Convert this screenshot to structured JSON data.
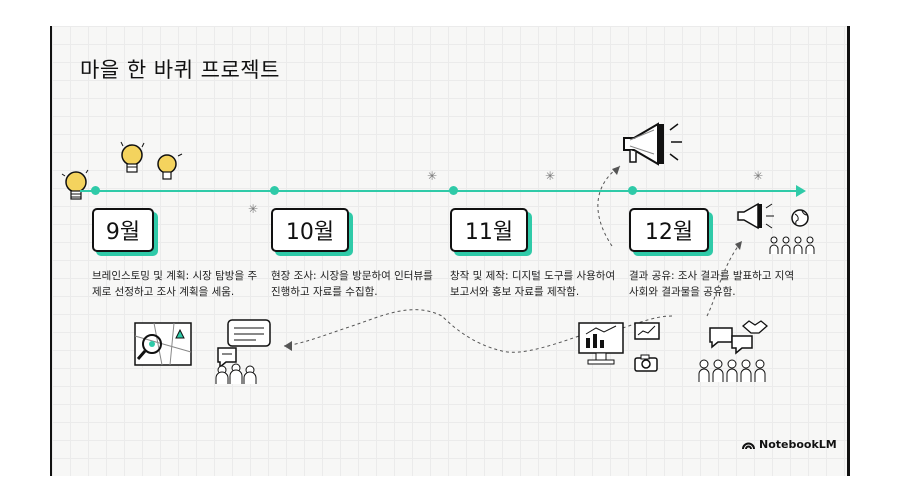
{
  "slide": {
    "title": "마을 한 바퀴 프로젝트",
    "brand": "NotebookLM",
    "accent_color": "#2fcaa8",
    "milestones": [
      {
        "month": "9월",
        "text": "브레인스토밍 및 계획: 시장 탐방을 주제로 선정하고 조사 계획을 세움."
      },
      {
        "month": "10월",
        "text": "현장 조사: 시장을 방문하여 인터뷰를 진행하고 자료를 수집함."
      },
      {
        "month": "11월",
        "text": "창작 및 제작: 디지털 도구를 사용하여 보고서와 홍보 자료를 제작함."
      },
      {
        "month": "12월",
        "text": "결과 공유: 조사 결과를 발표하고 지역사회와 결과물을 공유함."
      }
    ],
    "icons": [
      "lightbulb-icon",
      "map-icon",
      "speech-bubble-icon",
      "people-icon",
      "computer-icon",
      "camera-icon",
      "megaphone-icon",
      "globe-icon",
      "handshake-icon"
    ]
  }
}
